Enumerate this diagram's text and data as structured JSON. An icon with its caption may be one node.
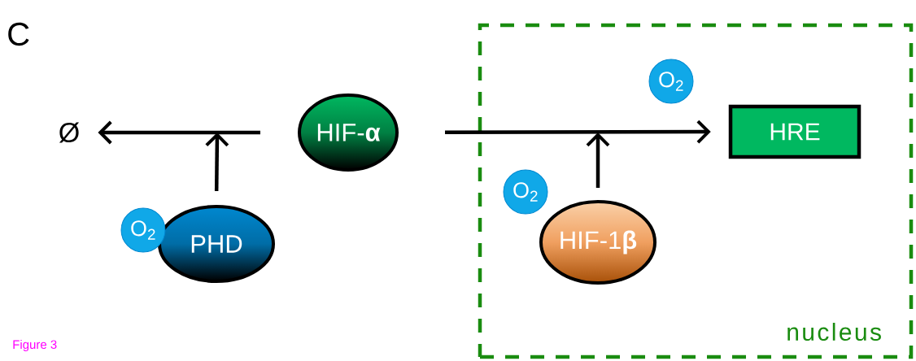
{
  "diagram": {
    "nodes": [
      {
        "text": [
          "nucleus"
        ]
      },
      {
        "text": [
          "HIF-**α**"
        ]
      },
      {
        "text": [
          "Ø"
        ]
      },
      {
        "text": [
          "PHD"
        ]
      },
      {
        "text": [
          "O$_{2}$"
        ]
      },
      {
        "text": [
          "HRE"
        ],
        "in": 0
      },
      {
        "text": [
          "HIF-1**β**"
        ],
        "in": 0
      },
      {
        "text": [
          "O$_{2}$"
        ],
        "in": 0
      },
      {
        "text": [
          "O$_{2}$"
        ],
        "in": 0
      }
    ],
    "edges": [
      {
        "from": 1,
        "to": 2,
        "arrow": "to"
      },
      {
        "from": 3,
        "to": null,
        "arrow": "to"
      },
      {
        "from": 1,
        "to": 5,
        "arrow": "to"
      },
      {
        "from": 6,
        "to": null,
        "arrow": "to"
      }
    ],
    "labels": [
      "C",
      "Figure 3"
    ]
  }
}
